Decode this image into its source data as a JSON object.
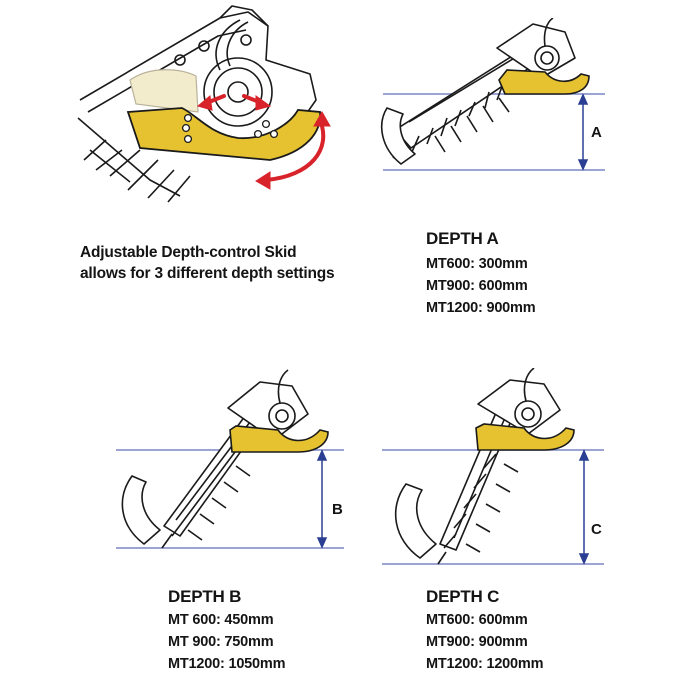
{
  "caption": {
    "line1": "Adjustable Depth-control Skid",
    "line2": "allows for 3 different depth settings"
  },
  "depths": {
    "a": {
      "heading": "DEPTH A",
      "dimension_label": "A",
      "lines": [
        "MT600: 300mm",
        "MT900: 600mm",
        "MT1200: 900mm"
      ]
    },
    "b": {
      "heading": "DEPTH B",
      "dimension_label": "B",
      "lines": [
        "MT 600: 450mm",
        "MT 900: 750mm",
        "MT1200: 1050mm"
      ]
    },
    "c": {
      "heading": "DEPTH C",
      "dimension_label": "C",
      "lines": [
        "MT600: 600mm",
        "MT900: 900mm",
        "MT1200: 1200mm"
      ]
    }
  },
  "colors": {
    "skid": "#e6c230",
    "arrow": "#d8232a",
    "guide_line": "#7a86c4",
    "dimension": "#2a3f93",
    "outline": "#1a1a1a"
  }
}
